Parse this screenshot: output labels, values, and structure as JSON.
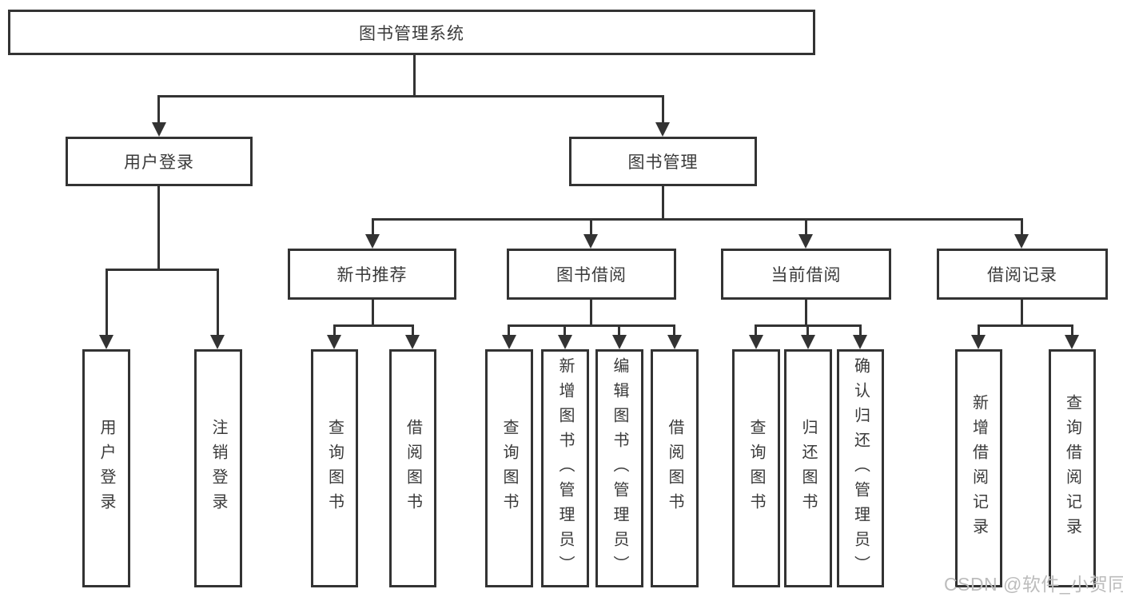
{
  "diagram": {
    "type": "hierarchy-tree",
    "colors": {
      "line": "#333333",
      "text": "#3a3a3a",
      "background": "#ffffff",
      "watermark": "#bcbcbc"
    },
    "tree": {
      "label": "图书管理系统",
      "children": [
        {
          "label": "用户登录",
          "children": [
            {
              "label": "用户登录"
            },
            {
              "label": "注销登录"
            }
          ]
        },
        {
          "label": "图书管理",
          "children": [
            {
              "label": "新书推荐",
              "children": [
                {
                  "label": "查询图书"
                },
                {
                  "label": "借阅图书"
                }
              ]
            },
            {
              "label": "图书借阅",
              "children": [
                {
                  "label": "查询图书"
                },
                {
                  "label": "新增图书（管理员）"
                },
                {
                  "label": "编辑图书（管理员）"
                },
                {
                  "label": "借阅图书"
                }
              ]
            },
            {
              "label": "当前借阅",
              "children": [
                {
                  "label": "查询图书"
                },
                {
                  "label": "归还图书"
                },
                {
                  "label": "确认归还（管理员）"
                }
              ]
            },
            {
              "label": "借阅记录",
              "children": [
                {
                  "label": "新增借阅记录"
                },
                {
                  "label": "查询借阅记录"
                }
              ]
            }
          ]
        }
      ]
    },
    "watermark": "CSDN @软件_小贺同学"
  }
}
